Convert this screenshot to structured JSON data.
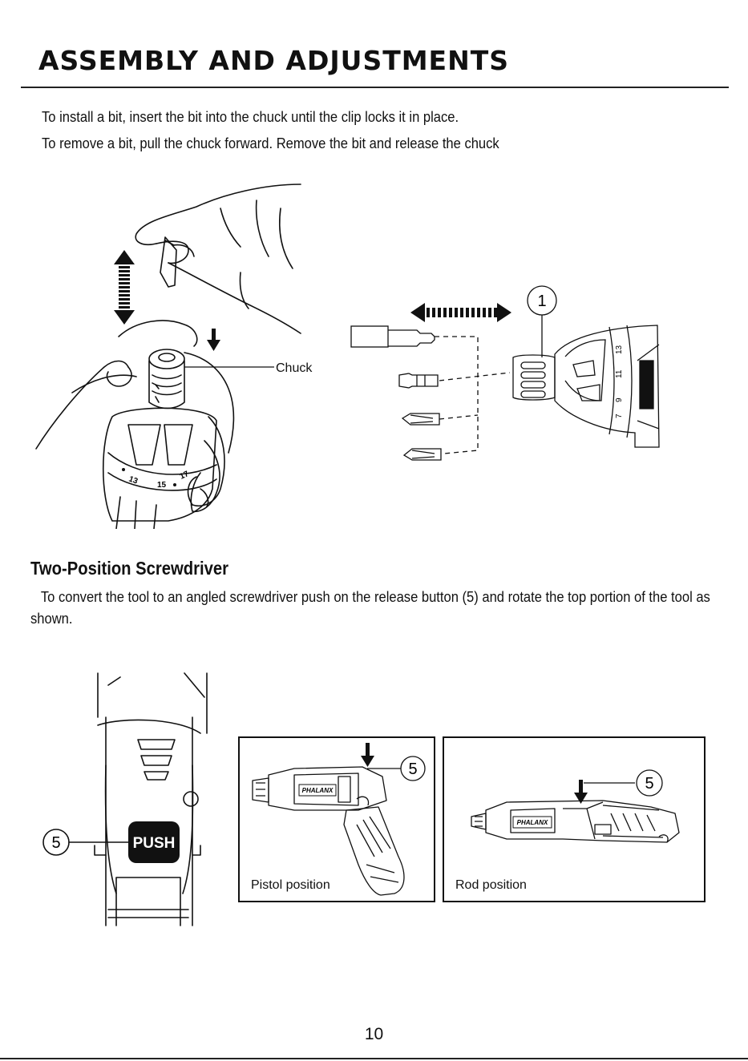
{
  "page": {
    "title": "ASSEMBLY AND ADJUSTMENTS",
    "install_text": "To install a bit, insert the bit into the chuck until the clip locks it in place.",
    "remove_text": "To remove a bit, pull the chuck forward. Remove the bit and release the chuck",
    "section_heading": "Two-Position Screwdriver",
    "convert_text": "To convert the tool to an angled screwdriver push on the release button (5) and rotate the top portion of the tool as shown.",
    "page_number": "10"
  },
  "figure1": {
    "chuck_label": "Chuck",
    "dial_numbers": [
      "13",
      "15",
      "17"
    ]
  },
  "figure2": {
    "callout": "1",
    "dial_numbers": [
      "7",
      "9",
      "11",
      "13"
    ]
  },
  "figure3": {
    "callout": "5",
    "button_text": "PUSH"
  },
  "figure4": {
    "callout": "5",
    "brand": "PHALANX",
    "caption": "Pistol position"
  },
  "figure5": {
    "callout": "5",
    "brand": "PHALANX",
    "caption": "Rod position"
  }
}
